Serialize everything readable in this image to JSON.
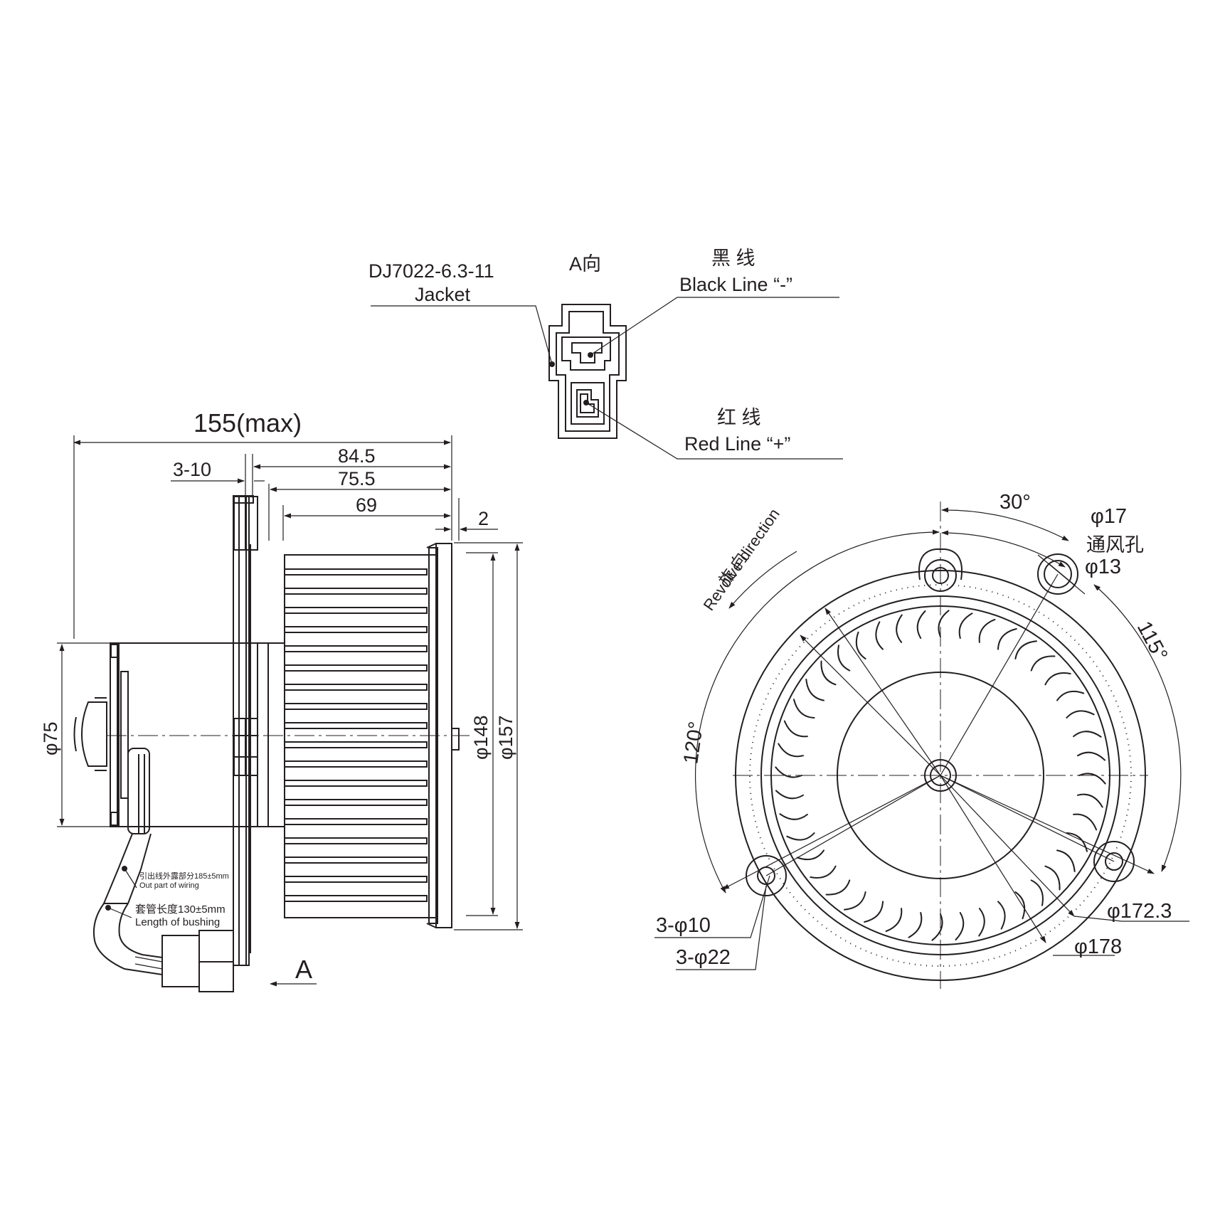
{
  "connector_view": {
    "view_label": "A向",
    "part_number": "DJ7022-6.3-11",
    "jacket_label": "Jacket",
    "black_cn": "黑 线",
    "black_en": "Black Line “-”",
    "red_cn": "红 线",
    "red_en": "Red Line “+”"
  },
  "side_view": {
    "overall_length": "155(max)",
    "dim_84_5": "84.5",
    "dim_75_5": "75.5",
    "dim_69": "69",
    "dim_3_10": "3-10",
    "dim_2": "2",
    "dia_148": "φ148",
    "dia_157": "φ157",
    "dia_75": "φ75",
    "wiring_cn": "引出线外露部分185±5mm",
    "wiring_en": "Out part of wiring",
    "bushing_cn": "套管长度130±5mm",
    "bushing_en": "Length of bushing",
    "view_arrow": "A"
  },
  "front_view": {
    "angle_30": "30°",
    "angle_115": "115°",
    "angle_120": "120°",
    "rotation_cn": "旋 向",
    "rotation_en": "Revolve direction",
    "vent_dia_outer": "φ17",
    "vent_label": "通风孔",
    "vent_dia_inner": "φ13",
    "dia_172_3": "φ172.3",
    "dia_178": "φ178",
    "holes_small": "3-φ10",
    "holes_large": "3-φ22"
  }
}
